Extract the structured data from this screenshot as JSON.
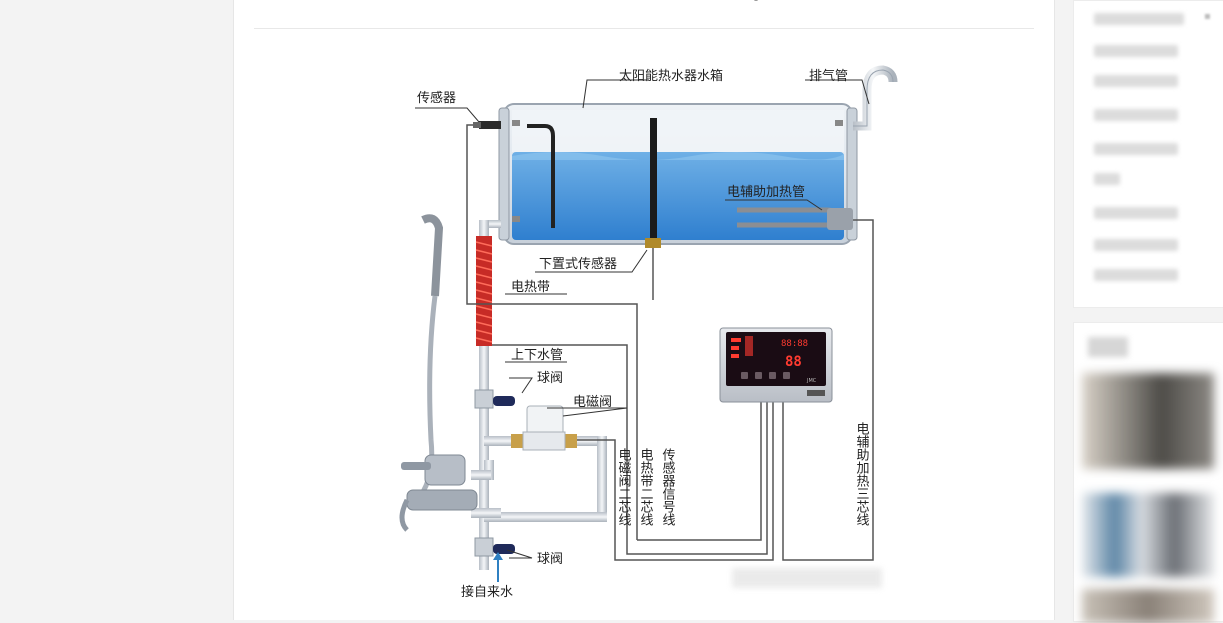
{
  "diagram": {
    "labels": {
      "tank": "太阳能热水器水箱",
      "vent": "排气管",
      "sensor": "传感器",
      "aux_heater": "电辅助加热管",
      "bottom_sensor": "下置式传感器",
      "heat_tape": "电热带",
      "up_down_pipe": "上下水管",
      "ball_valve_top": "球阀",
      "solenoid_valve": "电磁阀",
      "ball_valve_bottom": "球阀",
      "water_inlet": "接自来水"
    },
    "vertical_labels": {
      "solenoid_wire": "电磁阀二芯线",
      "heat_tape_wire": "电热带二芯线",
      "sensor_signal_wire": "传感器信号线",
      "aux_heater_wire": "电辅助加热三芯线"
    },
    "controller": {
      "display_digits": "88:88",
      "temp_digits": "88",
      "brand_small": "JMC"
    }
  },
  "colors": {
    "water": "#3f8fd6",
    "pipe": "#d9dde2",
    "heat_tape": "#d6302a",
    "wire": "#555555",
    "controller_screen": "#1a0c14",
    "display_red": "#ff3b30",
    "valve_handle": "#1f2a5a"
  }
}
